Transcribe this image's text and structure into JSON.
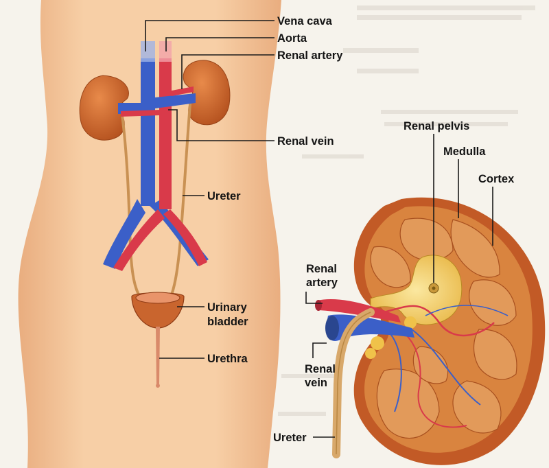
{
  "labels": {
    "vena_cava": "Vena cava",
    "aorta": "Aorta",
    "renal_artery_body": "Renal artery",
    "renal_vein_body": "Renal vein",
    "ureter_body": "Ureter",
    "urinary_bladder_line1": "Urinary",
    "urinary_bladder_line2": "bladder",
    "urethra": "Urethra",
    "renal_pelvis": "Renal pelvis",
    "medulla": "Medulla",
    "cortex": "Cortex",
    "renal_artery_kidney_line1": "Renal",
    "renal_artery_kidney_line2": "artery",
    "renal_vein_kidney_line1": "Renal",
    "renal_vein_kidney_line2": "vein",
    "ureter_kidney": "Ureter"
  },
  "colors": {
    "skin": "#f5c9a0",
    "kidney": "#c9652e",
    "vein": "#3b5fc8",
    "artery": "#d93a4a",
    "ureter": "#d8a86a",
    "pelvis": "#f2d262"
  }
}
